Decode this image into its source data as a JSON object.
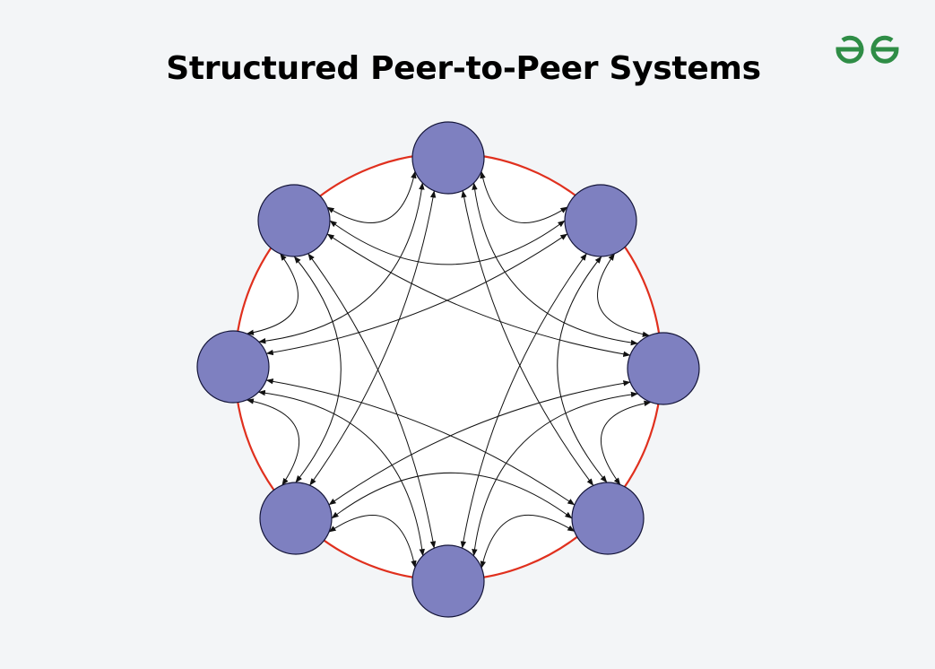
{
  "diagram": {
    "title": "Structured Peer-to-Peer Systems",
    "logo_icon": "geeksforgeeks-logo-icon",
    "colors": {
      "background": "#f3f5f7",
      "ring": "#e0301e",
      "node_fill": "#7e80c0",
      "node_stroke": "#15163a",
      "link": "#111111",
      "logo": "#2f8d46"
    },
    "node_count": 8,
    "links": [
      [
        0,
        1
      ],
      [
        0,
        2
      ],
      [
        0,
        3
      ],
      [
        0,
        5
      ],
      [
        0,
        6
      ],
      [
        0,
        7
      ],
      [
        1,
        2
      ],
      [
        1,
        3
      ],
      [
        1,
        4
      ],
      [
        1,
        6
      ],
      [
        1,
        7
      ],
      [
        2,
        3
      ],
      [
        2,
        4
      ],
      [
        2,
        5
      ],
      [
        2,
        7
      ],
      [
        3,
        4
      ],
      [
        3,
        5
      ],
      [
        3,
        6
      ],
      [
        4,
        5
      ],
      [
        4,
        6
      ],
      [
        4,
        7
      ],
      [
        5,
        6
      ],
      [
        5,
        7
      ],
      [
        6,
        7
      ]
    ]
  }
}
